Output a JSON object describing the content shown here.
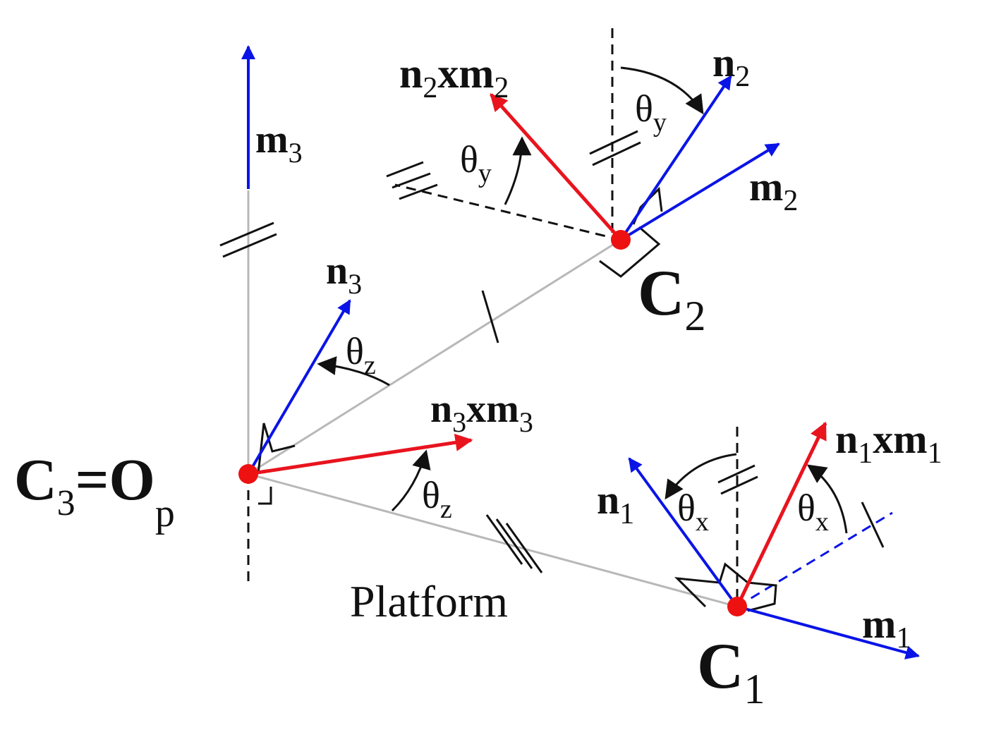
{
  "colors": {
    "vector_blue": "#0a14e6",
    "vector_red": "#e8141e",
    "point_red": "#ee1111",
    "platform_gray": "#b8b8b8",
    "ink": "#111111"
  },
  "points": {
    "c3_base": "C",
    "c3_sub": "3",
    "equals": "=O",
    "op_sub": "p",
    "c2_base": "C",
    "c2_sub": "2",
    "c1_base": "C",
    "c1_sub": "1"
  },
  "vectors": {
    "m3": {
      "base": "m",
      "sub": "3"
    },
    "n3": {
      "base": "n",
      "sub": "3"
    },
    "n3xm3": {
      "a": "n",
      "a_sub": "3",
      "x": "x",
      "b": "m",
      "b_sub": "3"
    },
    "n2": {
      "base": "n",
      "sub": "2"
    },
    "m2": {
      "base": "m",
      "sub": "2"
    },
    "n2xm2": {
      "a": "n",
      "a_sub": "2",
      "x": "x",
      "b": "m",
      "b_sub": "2"
    },
    "n1": {
      "base": "n",
      "sub": "1"
    },
    "m1": {
      "base": "m",
      "sub": "1"
    },
    "n1xm1": {
      "a": "n",
      "a_sub": "1",
      "x": "x",
      "b": "m",
      "b_sub": "1"
    }
  },
  "angles": {
    "theta": "θ",
    "z": "z",
    "y": "y",
    "x": "x"
  },
  "platform_label": "Platform"
}
